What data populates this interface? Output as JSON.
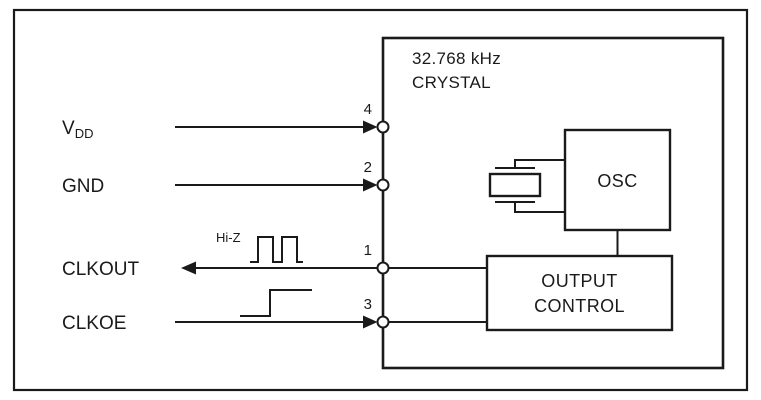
{
  "diagram": {
    "chip": {
      "title_line1": "32.768 kHz",
      "title_line2": "CRYSTAL"
    },
    "signals": {
      "vdd": {
        "name": "V",
        "sub": "DD",
        "pin": "4"
      },
      "gnd": {
        "name": "GND",
        "pin": "2"
      },
      "clkout": {
        "name": "CLKOUT",
        "pin": "1"
      },
      "clkoe": {
        "name": "CLKOE",
        "pin": "3"
      }
    },
    "annotations": {
      "hiz": "Hi-Z"
    },
    "blocks": {
      "osc": "OSC",
      "output_control_line1": "OUTPUT",
      "output_control_line2": "CONTROL"
    },
    "colors": {
      "stroke": "#1a1a1a",
      "background": "#ffffff"
    }
  }
}
